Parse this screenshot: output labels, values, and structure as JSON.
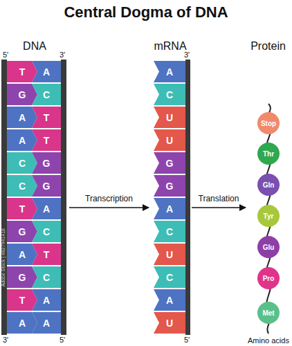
{
  "diagram": {
    "title": "Central Dogma of DNA",
    "nodes": [
      {
        "text": [
          "DNA"
        ]
      },
      {
        "text": [
          "T"
        ],
        "in": 0
      },
      {
        "text": [
          "A"
        ],
        "in": 0
      },
      {
        "text": [
          "G"
        ],
        "in": 0
      },
      {
        "text": [
          "C"
        ],
        "in": 0
      },
      {
        "text": [
          "A"
        ],
        "in": 0
      },
      {
        "text": [
          "T"
        ],
        "in": 0
      },
      {
        "text": [
          "A"
        ],
        "in": 0
      },
      {
        "text": [
          "T"
        ],
        "in": 0
      },
      {
        "text": [
          "C"
        ],
        "in": 0
      },
      {
        "text": [
          "G"
        ],
        "in": 0
      },
      {
        "text": [
          "C"
        ],
        "in": 0
      },
      {
        "text": [
          "G"
        ],
        "in": 0
      },
      {
        "text": [
          "T"
        ],
        "in": 0
      },
      {
        "text": [
          "A"
        ],
        "in": 0
      },
      {
        "text": [
          "G"
        ],
        "in": 0
      },
      {
        "text": [
          "C"
        ],
        "in": 0
      },
      {
        "text": [
          "A"
        ],
        "in": 0
      },
      {
        "text": [
          "T"
        ],
        "in": 0
      },
      {
        "text": [
          "G"
        ],
        "in": 0
      },
      {
        "text": [
          "C"
        ],
        "in": 0
      },
      {
        "text": [
          "T"
        ],
        "in": 0
      },
      {
        "text": [
          "A"
        ],
        "in": 0
      },
      {
        "text": [
          "A"
        ],
        "in": 0
      },
      {
        "text": [
          "A"
        ],
        "in": 0
      },
      {
        "text": [
          "mRNA"
        ]
      },
      {
        "text": [
          "A"
        ],
        "in": 25
      },
      {
        "text": [
          "C"
        ],
        "in": 25
      },
      {
        "text": [
          "U"
        ],
        "in": 25
      },
      {
        "text": [
          "U"
        ],
        "in": 25
      },
      {
        "text": [
          "G"
        ],
        "in": 25
      },
      {
        "text": [
          "G"
        ],
        "in": 25
      },
      {
        "text": [
          "A"
        ],
        "in": 25
      },
      {
        "text": [
          "C"
        ],
        "in": 25
      },
      {
        "text": [
          "U"
        ],
        "in": 25
      },
      {
        "text": [
          "C"
        ],
        "in": 25
      },
      {
        "text": [
          "A"
        ],
        "in": 25
      },
      {
        "text": [
          "U"
        ],
        "in": 25
      },
      {
        "text": [
          "Protein"
        ]
      },
      {
        "text": [
          "Stop"
        ],
        "in": 38
      },
      {
        "text": [
          "Thr"
        ],
        "in": 38
      },
      {
        "text": [
          "Gln"
        ],
        "in": 38
      },
      {
        "text": [
          "Tyr"
        ],
        "in": 38
      },
      {
        "text": [
          "Glu"
        ],
        "in": 38
      },
      {
        "text": [
          "Pro"
        ],
        "in": 38
      },
      {
        "text": [
          "Met"
        ],
        "in": 38
      }
    ],
    "edges": [
      {
        "from": 0,
        "to": 25,
        "label": "Transcription",
        "arrow": "to"
      },
      {
        "from": 25,
        "to": 38,
        "label": "Translation",
        "arrow": "to"
      }
    ],
    "labels": [
      "5'",
      "3'",
      "3'",
      "5'",
      "3'",
      "5'",
      "Amino acids",
      "Adobe Stock | #827941418"
    ]
  }
}
